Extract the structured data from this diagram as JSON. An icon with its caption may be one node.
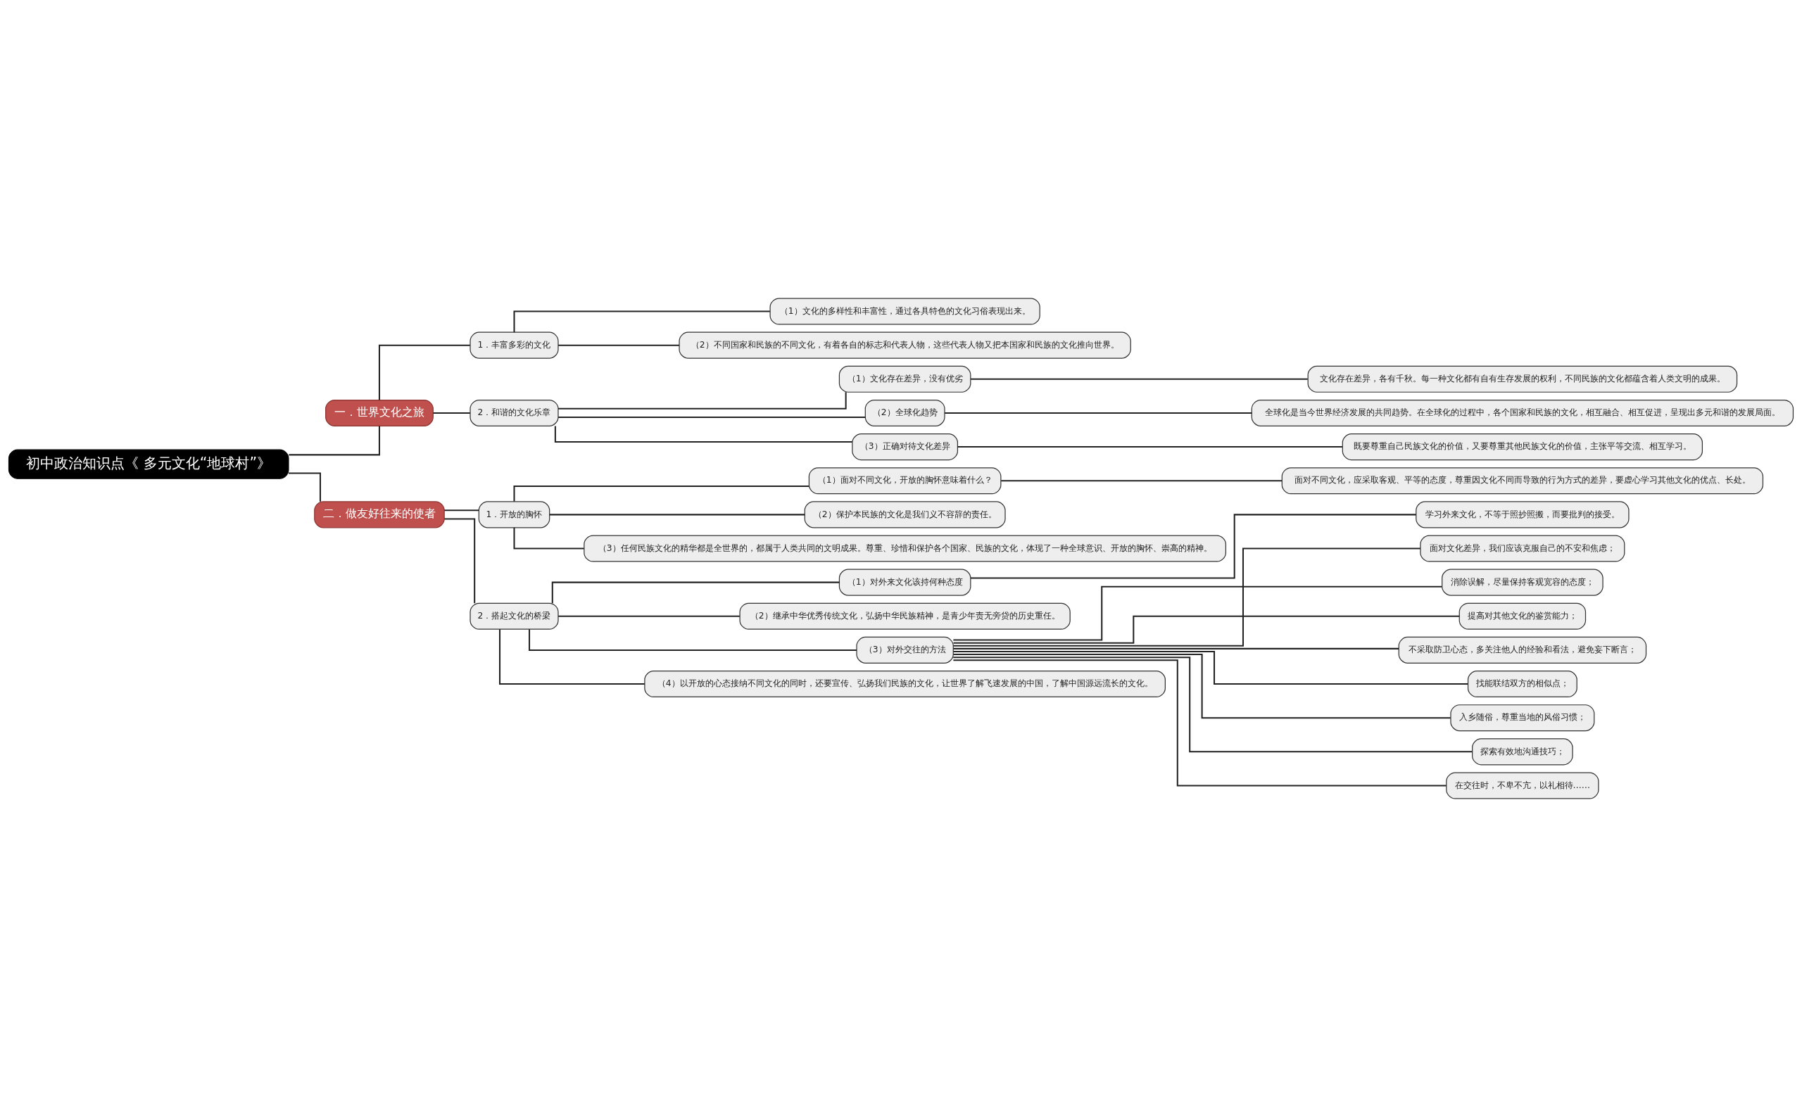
{
  "diagram": {
    "nodes": [
      {
        "text": [
          "初中政治知识点《 多元文化“地球村”》"
        ]
      },
      {
        "text": [
          "一．世界文化之旅"
        ]
      },
      {
        "text": [
          "1．丰富多彩的文化"
        ]
      },
      {
        "text": [
          "（1）文化的多样性和丰富性，通过各具特色的文化习俗表现出来。"
        ]
      },
      {
        "text": [
          "（2）不同国家和民族的不同文化，有着各自的标志和代表人物，这些代表人物又把本国家和民族的文化推向世界。"
        ]
      },
      {
        "text": [
          "2．和谐的文化乐章"
        ]
      },
      {
        "text": [
          "（1）文化存在差异，没有优劣"
        ]
      },
      {
        "text": [
          "文化存在差异，各有千秋。每一种文化都有自有生存发展的权利，不同民族的文化都蕴含着人类文明的成果。"
        ]
      },
      {
        "text": [
          "（2）全球化趋势"
        ]
      },
      {
        "text": [
          "全球化是当今世界经济发展的共同趋势。在全球化的过程中，各个国家和民族的文化，相互融合、相互促进，呈现出多元和谐的发展局面。"
        ]
      },
      {
        "text": [
          "（3）正确对待文化差异"
        ]
      },
      {
        "text": [
          "既要尊重自己民族文化的价值，又要尊重其他民族文化的价值，主张平等交流、相互学习。"
        ]
      },
      {
        "text": [
          "二．做友好往来的使者"
        ]
      },
      {
        "text": [
          "1．开放的胸怀"
        ]
      },
      {
        "text": [
          "（1）面对不同文化，开放的胸怀意味着什么？"
        ]
      },
      {
        "text": [
          "面对不同文化，应采取客观、平等的态度，尊重因文化不同而导致的行为方式的差异，要虚心学习其他文化的优点、长处。"
        ]
      },
      {
        "text": [
          "（2）保护本民族的文化是我们义不容辞的责任。"
        ]
      },
      {
        "text": [
          "（3）任何民族文化的精华都是全世界的，都属于人类共同的文明成果。尊重、珍惜和保护各个国家、民族的文化，体现了一种全球意识、开放的胸怀、崇高的精神。"
        ]
      },
      {
        "text": [
          "2．搭起文化的桥梁"
        ]
      },
      {
        "text": [
          "（1）对外来文化该持何种态度"
        ]
      },
      {
        "text": [
          "学习外来文化，不等于照抄照搬，而要批判的接受。"
        ]
      },
      {
        "text": [
          "（2）继承中华优秀传统文化，弘扬中华民族精神，是青少年责无旁贷的历史重任。"
        ]
      },
      {
        "text": [
          "（3）对外交往的方法"
        ]
      },
      {
        "text": [
          "面对文化差异，我们应该克服自己的不安和焦虑；"
        ]
      },
      {
        "text": [
          "消除误解，尽量保持客观宽容的态度；"
        ]
      },
      {
        "text": [
          "提高对其他文化的鉴赏能力；"
        ]
      },
      {
        "text": [
          "不采取防卫心态，多关注他人的经验和看法，避免妄下断言；"
        ]
      },
      {
        "text": [
          "找能联结双方的相似点；"
        ]
      },
      {
        "text": [
          "入乡随俗，尊重当地的风俗习惯；"
        ]
      },
      {
        "text": [
          "探索有效地沟通技巧；"
        ]
      },
      {
        "text": [
          "在交往时，不卑不亢，以礼相待……"
        ]
      },
      {
        "text": [
          "（4）以开放的心态接纳不同文化的同时，还要宣传、弘扬我们民族的文化，让世界了解飞速发展的中国，了解中国源远流长的文化。"
        ]
      }
    ],
    "edges": [
      {
        "from": 0,
        "to": 1,
        "arrow": "none"
      },
      {
        "from": 1,
        "to": 2,
        "arrow": "none"
      },
      {
        "from": 2,
        "to": 3,
        "arrow": "none"
      },
      {
        "from": 2,
        "to": 4,
        "arrow": "none"
      },
      {
        "from": 1,
        "to": 5,
        "arrow": "none"
      },
      {
        "from": 5,
        "to": 6,
        "arrow": "none"
      },
      {
        "from": 6,
        "to": 7,
        "arrow": "none"
      },
      {
        "from": 5,
        "to": 8,
        "arrow": "none"
      },
      {
        "from": 8,
        "to": 9,
        "arrow": "none"
      },
      {
        "from": 5,
        "to": 10,
        "arrow": "none"
      },
      {
        "from": 10,
        "to": 11,
        "arrow": "none"
      },
      {
        "from": 0,
        "to": 12,
        "arrow": "none"
      },
      {
        "from": 12,
        "to": 13,
        "arrow": "none"
      },
      {
        "from": 13,
        "to": 14,
        "arrow": "none"
      },
      {
        "from": 14,
        "to": 15,
        "arrow": "none"
      },
      {
        "from": 13,
        "to": 16,
        "arrow": "none"
      },
      {
        "from": 13,
        "to": 17,
        "arrow": "none"
      },
      {
        "from": 12,
        "to": 18,
        "arrow": "none"
      },
      {
        "from": 18,
        "to": 19,
        "arrow": "none"
      },
      {
        "from": 19,
        "to": 20,
        "arrow": "none"
      },
      {
        "from": 18,
        "to": 21,
        "arrow": "none"
      },
      {
        "from": 18,
        "to": 22,
        "arrow": "none"
      },
      {
        "from": 22,
        "to": 23,
        "arrow": "none"
      },
      {
        "from": 22,
        "to": 24,
        "arrow": "none"
      },
      {
        "from": 22,
        "to": 25,
        "arrow": "none"
      },
      {
        "from": 22,
        "to": 26,
        "arrow": "none"
      },
      {
        "from": 22,
        "to": 27,
        "arrow": "none"
      },
      {
        "from": 22,
        "to": 28,
        "arrow": "none"
      },
      {
        "from": 22,
        "to": 29,
        "arrow": "none"
      },
      {
        "from": 22,
        "to": 30,
        "arrow": "none"
      },
      {
        "from": 18,
        "to": 31,
        "arrow": "none"
      }
    ]
  }
}
